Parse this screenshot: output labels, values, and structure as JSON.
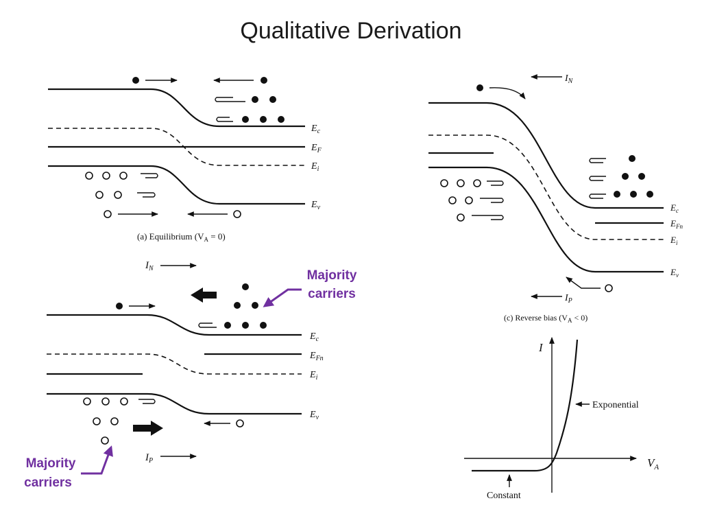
{
  "title": "Qualitative Derivation",
  "panel_a": {
    "labels": {
      "ec": "E",
      "ec_sub": "c",
      "ef": "E",
      "ef_sub": "F",
      "ei": "E",
      "ei_sub": "i",
      "ev": "E",
      "ev_sub": "v"
    },
    "caption": "(a) Equilibrium (V",
    "caption_sub": "A",
    "caption_end": " = 0)"
  },
  "panel_b": {
    "in": "I",
    "in_sub": "N",
    "ip": "I",
    "ip_sub": "P",
    "labels": {
      "ec": "E",
      "ec_sub": "c",
      "efn": "E",
      "efn_sub": "Fn",
      "ei": "E",
      "ei_sub": "i",
      "ev": "E",
      "ev_sub": "v"
    }
  },
  "panel_c": {
    "in": "I",
    "in_sub": "N",
    "ip": "I",
    "ip_sub": "P",
    "labels": {
      "ec": "E",
      "ec_sub": "c",
      "efn": "E",
      "efn_sub": "Fn",
      "ei": "E",
      "ei_sub": "i",
      "ev": "E",
      "ev_sub": "v"
    },
    "caption": "(c) Reverse bias (V",
    "caption_sub": "A",
    "caption_end": " < 0)"
  },
  "iv_plot": {
    "y_label": "I",
    "x_label": "V",
    "x_label_sub": "A",
    "exp_label": "Exponential",
    "const_label": "Constant"
  },
  "callouts": {
    "majority_top_line1": "Majority",
    "majority_top_line2": "carriers",
    "majority_bottom_line1": "Majority",
    "majority_bottom_line2": "carriers"
  },
  "colors": {
    "callout": "#7030a0",
    "ink": "#111111"
  }
}
